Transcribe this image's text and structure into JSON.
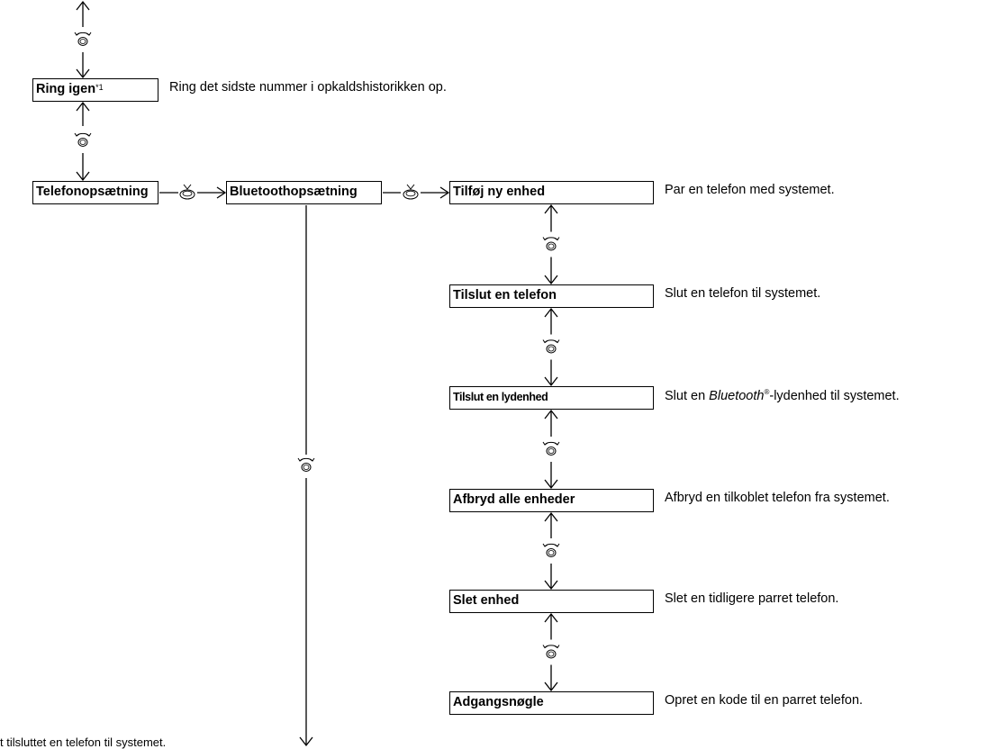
{
  "menu_items": {
    "ring_igen": {
      "label": "Ring igen",
      "note": "*1",
      "desc": "Ring det sidste nummer i opkaldshistorikken op."
    },
    "telefonopsaetning": {
      "label": "Telefonopsætning"
    },
    "bluetoothopsaetning": {
      "label": "Bluetoothopsætning"
    },
    "tilfoej_ny_enhed": {
      "label": "Tilføj ny enhed",
      "desc": "Par en telefon med systemet."
    },
    "tilslut_en_telefon": {
      "label": "Tilslut en telefon",
      "desc": "Slut en telefon til systemet."
    },
    "tilslut_en_lydenhed": {
      "label": "Tilslut en lydenhed",
      "desc_pre": "Slut en ",
      "desc_italic": "Bluetooth",
      "desc_reg": "®",
      "desc_post": "-lydenhed til systemet."
    },
    "afbryd_alle_enheder": {
      "label": "Afbryd alle enheder",
      "desc": "Afbryd en tilkoblet telefon fra systemet."
    },
    "slet_enhed": {
      "label": "Slet enhed",
      "desc": "Slet en tidligere parret telefon."
    },
    "adgangsnoegle": {
      "label": "Adgangsnøgle",
      "desc": "Opret en kode til en parret telefon."
    }
  },
  "footnote": "t tilsluttet en telefon til systemet.",
  "icons": {
    "rotate": "selector-knob-rotate-icon",
    "press": "selector-knob-press-icon"
  },
  "colors": {
    "line": "#000000",
    "background": "#ffffff"
  }
}
